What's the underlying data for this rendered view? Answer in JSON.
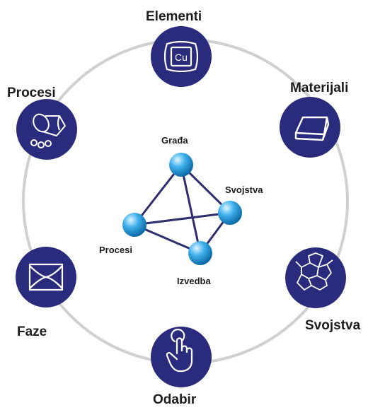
{
  "outer_nodes": {
    "elementi": {
      "label": "Elementi",
      "icon": "copper-element-icon",
      "badge": "Cu"
    },
    "materijali": {
      "label": "Materijali",
      "icon": "ingot-icon"
    },
    "svojstva": {
      "label": "Svojstva",
      "icon": "crystal-grain-icon"
    },
    "odabir": {
      "label": "Odabir",
      "icon": "pointing-hand-icon"
    },
    "faze": {
      "label": "Faze",
      "icon": "phase-diagram-icon"
    },
    "procesi": {
      "label": "Procesi",
      "icon": "rolling-mill-icon"
    }
  },
  "tetrahedron": {
    "gradja": "Građa",
    "svojstva": "Svojstva",
    "procesi": "Procesi",
    "izvedba": "Izvedba"
  },
  "colors": {
    "node_fill": "#2b2b7e",
    "ring": "#d0d0d0",
    "edge": "#2e2e6e",
    "sphere_light": "#bfe9ff",
    "sphere_mid": "#2ea6e6",
    "sphere_dark": "#0a6aa8"
  }
}
